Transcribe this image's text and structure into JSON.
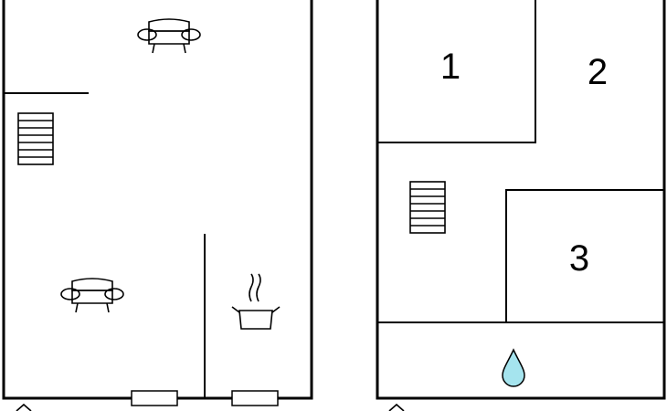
{
  "floors": [
    {
      "name": "ground-floor",
      "icons": [
        "sofa-icon",
        "stairs-icon",
        "sofa-icon",
        "cooking-pot-icon"
      ],
      "windows": 2
    },
    {
      "name": "upper-floor",
      "rooms": [
        {
          "label": "1"
        },
        {
          "label": "2"
        },
        {
          "label": "3"
        }
      ],
      "icons": [
        "stairs-icon",
        "water-drop-icon"
      ]
    }
  ],
  "colors": {
    "wall": "#000000",
    "background": "#ffffff",
    "water": "#a5e4ee"
  }
}
